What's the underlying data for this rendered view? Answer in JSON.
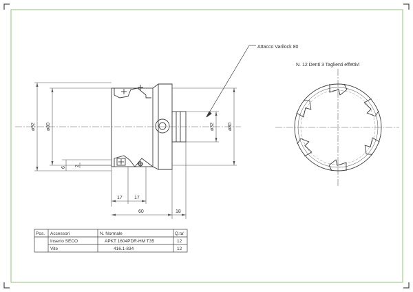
{
  "notes": {
    "connection": "Attacco Varilock 80",
    "teeth": "N. 12 Denti 3 Taglienti effettivi"
  },
  "dimensions": {
    "outer_dia": "ø92",
    "body_dia": "ø80",
    "shank_dia": "ø32",
    "right_dia": "ø80",
    "depth_6": "6",
    "depth_2": "2",
    "pitch_a": "17",
    "pitch_b": "17",
    "length_total": "60",
    "length_shank": "18"
  },
  "table": {
    "headers": [
      "Pos.",
      "Accessori",
      "N. Normale",
      "Q.ta'"
    ],
    "rows": [
      {
        "pos": "",
        "accessory": "Inserto SECO",
        "standard": "APKT 1604PDR-HM  T35",
        "qty": "12"
      },
      {
        "pos": "",
        "accessory": "Vite",
        "standard": "416.1-834",
        "qty": "12"
      }
    ]
  },
  "colors": {
    "border": "#9fd08a",
    "line": "#3a3a3a",
    "dim": "#555555"
  }
}
